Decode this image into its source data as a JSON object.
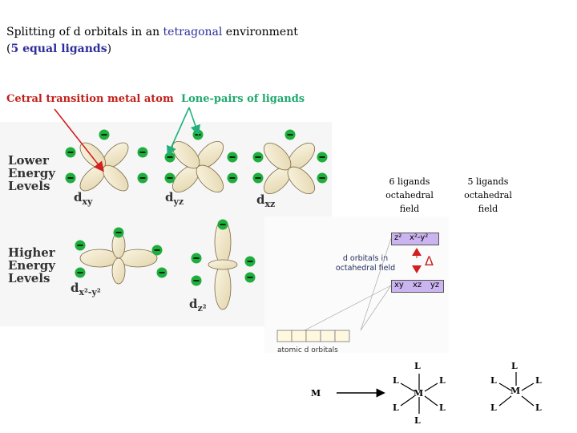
{
  "title": {
    "line1_a": "Splitting of d orbitals in an ",
    "line1_b": "tetragonal",
    "line1_c": " environment",
    "line2_a": "(",
    "line2_b": "5 equal ligands",
    "line2_c": ")"
  },
  "labels": {
    "central_atom": "Cetral transition metal atom",
    "lone_pairs": "Lone-pairs of ligands"
  },
  "levels": {
    "lower": [
      "Lower",
      "Energy",
      "Levels"
    ],
    "higher": [
      "Higher",
      "Energy",
      "Levels"
    ]
  },
  "orbitals": {
    "dxy": "d",
    "dxy_sub": "xy",
    "dyz": "d",
    "dyz_sub": "yz",
    "dxz": "d",
    "dxz_sub": "xz",
    "dx2y2": "d",
    "dx2y2_sub": "x²-y²",
    "dz2": "d",
    "dz2_sub": "z²"
  },
  "fields": {
    "six": [
      "6 ligands",
      "octahedral",
      "field"
    ],
    "five": [
      "5 ligands",
      "octahedral",
      "field"
    ]
  },
  "mo_diagram": {
    "eg_labels": [
      "z²",
      "x²-y²"
    ],
    "t2g_labels": [
      "xy",
      "xz",
      "yz"
    ],
    "caption": [
      "d orbitals in",
      "octahedral field"
    ],
    "delta": "Δ",
    "atomic": "atomic d orbitals"
  },
  "reaction": {
    "metal_start": "M",
    "ligand": "L",
    "center": "M"
  },
  "colors": {
    "lobe": "#f2e9cc",
    "lobe_stroke": "#7a6a48",
    "ligand_green": "#1fae3e",
    "red_arrow": "#d21f1f",
    "green_arrow": "#20b07a"
  }
}
